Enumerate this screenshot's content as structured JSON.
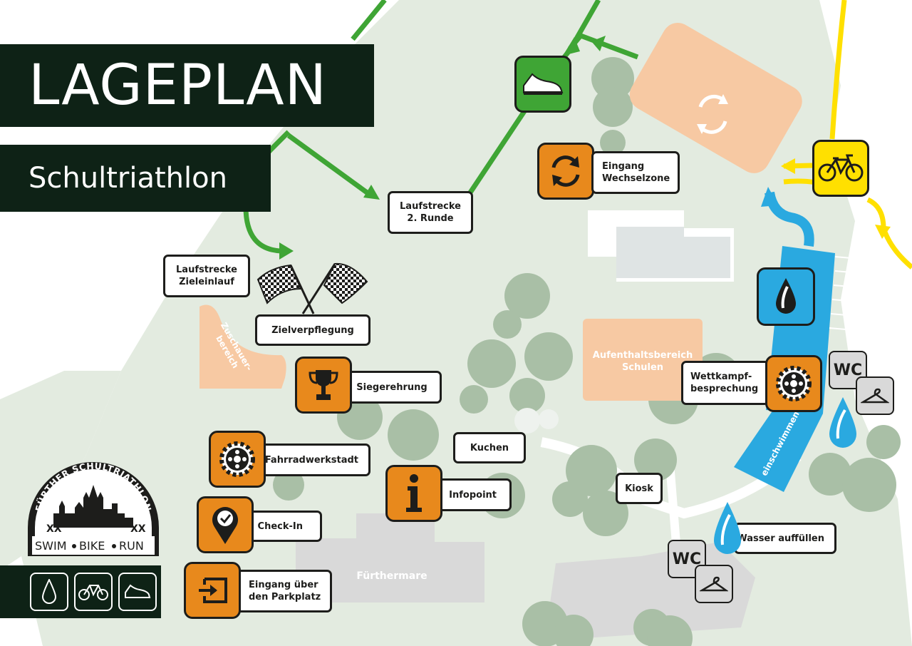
{
  "title": "LAGEPLAN",
  "subtitle": "Schultriathlon",
  "labels": {
    "laufstrecke_runde2": "Laufstrecke\n2. Runde",
    "eingang_wechselzone": "Eingang\nWechselzone",
    "laufstrecke_zieleinlauf": "Laufstrecke\nZieleinlauf",
    "zielverpflegung": "Zielverpflegung",
    "siegerehrung": "Siegerehrung",
    "fahrradwerkstadt": "Fahrradwerkstadt",
    "kuchen": "Kuchen",
    "infopoint": "Infopoint",
    "check_in": "Check-In",
    "eingang_parkplatz": "Eingang über\nden Parkplatz",
    "kiosk": "Kiosk",
    "wettkampf": "Wettkampf-\nbesprechung",
    "wasser": "Wasser auffüllen"
  },
  "areas": {
    "zuschauer": "Zuschauer-\nbereich",
    "aufenthalt": "Aufenthaltsbereich\nSchulen",
    "fuerthermare": "Fürthermare",
    "einschwimmen": "einschwimmen"
  },
  "wc": "WC",
  "logo": {
    "arc_text": "FÜRTHER SCHULTRIATHLON",
    "swim": "SWIM",
    "bike": "BIKE",
    "run": "RUN"
  },
  "colors": {
    "dark_green": "#0e2216",
    "run_green": "#3fa535",
    "bike_yellow": "#ffe000",
    "swim_blue": "#2aa9e0",
    "station_orange": "#e8891c",
    "area_peach": "#f7c9a3"
  },
  "icons": {
    "run": "shoe-icon",
    "bike": "bicycle-icon",
    "swim": "water-drop-icon",
    "wechselzone": "cycle-arrows-icon",
    "siegerehrung": "trophy-icon",
    "fahrradwerkstadt": "chainring-icon",
    "infopoint": "info-icon",
    "check_in": "location-check-icon",
    "eingang": "entrance-icon",
    "ziel": "checkered-flags-icon",
    "garderobe": "hanger-icon"
  }
}
